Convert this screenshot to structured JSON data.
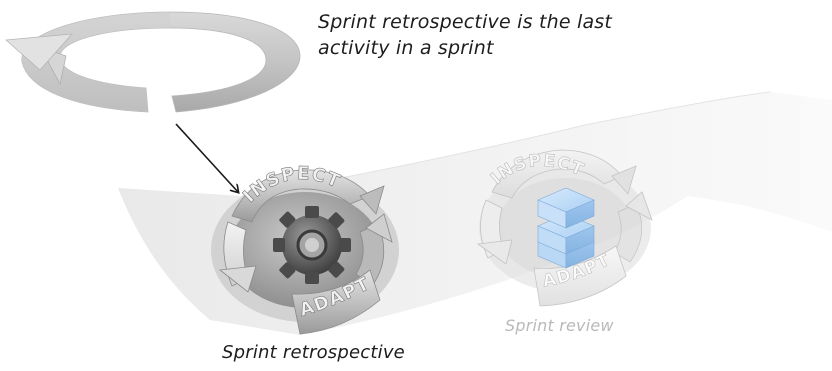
{
  "annotation": {
    "line1": "Sprint retrospective is the last",
    "line2": "activity in a sprint"
  },
  "cycles": {
    "retrospective": {
      "top_label": "INSPECT",
      "bottom_label": "ADAPT",
      "caption": "Sprint retrospective",
      "center_icon": "gear-icon"
    },
    "review": {
      "top_label": "INSPECT",
      "bottom_label": "ADAPT",
      "caption": "Sprint review",
      "center_icon": "stacked-cubes-icon"
    }
  },
  "sprint_loop_icon": "circular-arrow-icon",
  "colors": {
    "path": "#f1f1f1",
    "metal_dark": "#8e8e8e",
    "metal_light": "#e6e6e6",
    "cube_blue": "#9fc8ef",
    "review_caption": "#b9b9b9",
    "arrow": "#1a1a1a"
  }
}
